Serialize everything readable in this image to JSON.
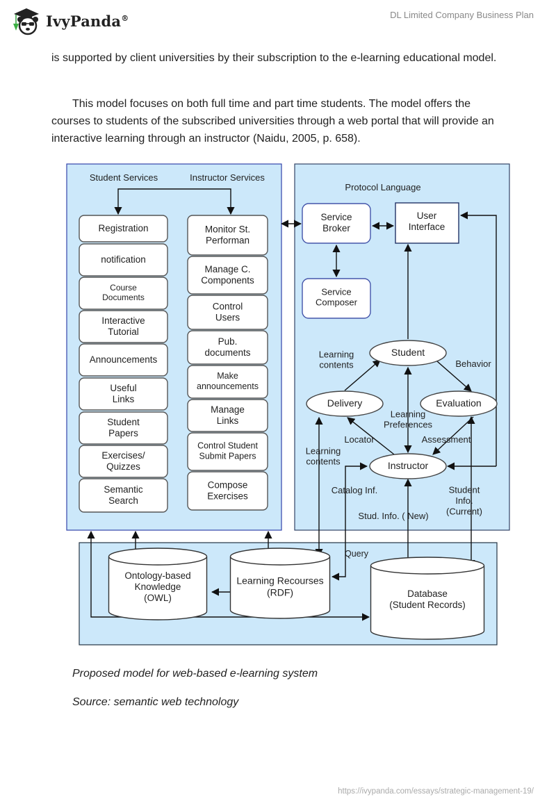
{
  "header": {
    "brand": "IvyPanda",
    "brand_mark": "®",
    "document_title": "DL Limited Company Business Plan"
  },
  "content": {
    "paragraph_1": "is supported by client universities by their subscription to the e-learning educational model.",
    "paragraph_2": "This model focuses on both full time and part time students. The model offers the courses to students of the subscribed universities through a web portal that will provide an interactive learning through an instructor (Naidu, 2005, p. 658)."
  },
  "diagram": {
    "left_panel": {
      "student_services_label": "Student Services",
      "instructor_services_label": "Instructor Services",
      "student_items": [
        [
          "Registration"
        ],
        [
          "notification"
        ],
        [
          "Course",
          "Documents"
        ],
        [
          "Interactive",
          "Tutorial"
        ],
        [
          "Announcements"
        ],
        [
          "Useful",
          "Links"
        ],
        [
          "Student",
          "Papers"
        ],
        [
          "Exercises/",
          "Quizzes"
        ],
        [
          "Semantic",
          "Search"
        ]
      ],
      "instructor_items": [
        [
          "Monitor St.",
          "Performan"
        ],
        [
          "Manage C.",
          "Components"
        ],
        [
          "Control",
          "Users"
        ],
        [
          "Pub.",
          "documents"
        ],
        [
          "Make",
          "announcements"
        ],
        [
          "Manage",
          "Links"
        ],
        [
          "Control Student",
          "Submit Papers"
        ],
        [
          "Compose",
          "Exercises"
        ]
      ]
    },
    "right_panel": {
      "protocol_label": "Protocol Language",
      "service_broker": [
        "Service",
        "Broker"
      ],
      "user_interface": [
        "User",
        "Interface"
      ],
      "service_composer": [
        "Service",
        "Composer"
      ],
      "nodes": {
        "student": "Student",
        "delivery": "Delivery",
        "evaluation": "Evaluation",
        "instructor": "Instructor"
      },
      "edge_labels": {
        "learning_contents_top": [
          "Learning",
          "contents"
        ],
        "behavior": "Behavior",
        "learning_preferences": [
          "Learning",
          "Preferences"
        ],
        "locator": "Locator",
        "assessment": "Assessment",
        "learning_contents_bottom": [
          "Learning",
          "contents"
        ],
        "catalog_inf": "Catalog Inf.",
        "stud_info_new": "Stud. Info. ( New)",
        "student_info_current": [
          "Student",
          "Info.",
          "(Current)"
        ]
      }
    },
    "bottom_panel": {
      "query_label": "Query",
      "ontology": [
        "Ontology-based",
        "Knowledge",
        "(OWL)"
      ],
      "learning_resources": [
        "Learning Recourses",
        "(RDF)"
      ],
      "database": [
        "Database",
        "(Student Records)"
      ]
    },
    "colors": {
      "panel_fill": "#cce8fa",
      "left_panel_border": "#3344aa",
      "right_panel_border": "#334466",
      "box_fill": "#ffffff"
    }
  },
  "captions": {
    "figure_caption": "Proposed model for web-based e-learning system",
    "source": "Source: semantic web technology"
  },
  "footer": {
    "url": "https://ivypanda.com/essays/strategic-management-19/"
  }
}
